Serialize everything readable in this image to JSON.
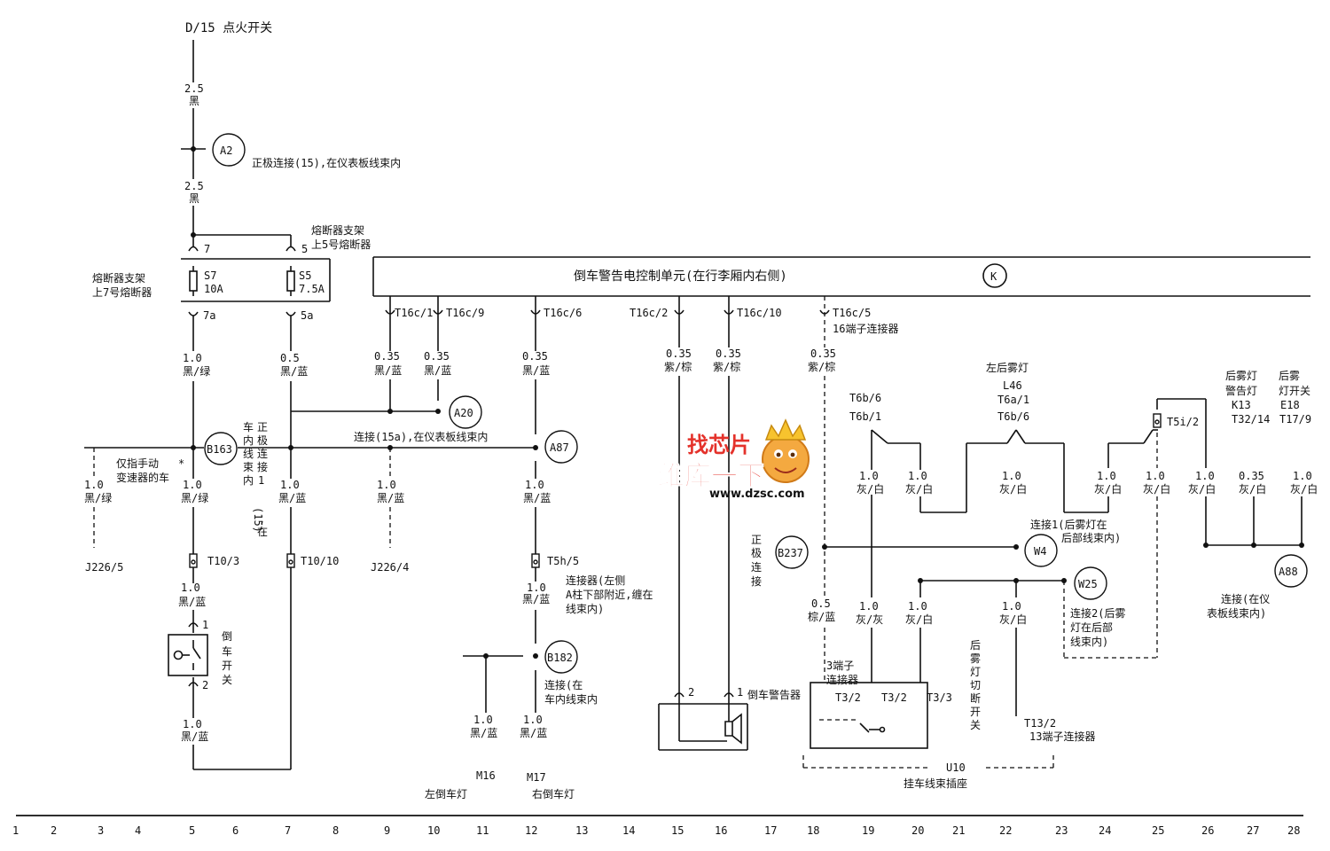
{
  "top_label": "D/15 点火开关",
  "connectors": {
    "A2": {
      "id": "A2",
      "desc": "正极连接(15),在仪表板线束内"
    },
    "A20": {
      "id": "A20"
    },
    "B163": {
      "id": "B163",
      "desc": [
        "车",
        "内",
        "线",
        "束",
        "内",
        "正",
        "极",
        "连",
        "接",
        "1",
        "(15)",
        ",",
        "在"
      ]
    },
    "A87": {
      "id": "A87",
      "desc": "连接(15a),在仪表板线束内"
    },
    "B237": {
      "id": "B237",
      "desc": [
        "正",
        "极",
        "连",
        "接"
      ]
    },
    "W4": {
      "id": "W4",
      "desc": [
        "连接1(后雾灯在",
        "后部线束内)"
      ]
    },
    "W25": {
      "id": "W25",
      "desc": [
        "连接2(后雾",
        "灯在后部",
        "线束内)"
      ]
    },
    "A88": {
      "id": "A88",
      "desc": [
        "连接(在仪",
        "表板线束内)"
      ]
    },
    "B182": {
      "id": "B182",
      "desc": [
        "连接(在",
        "车内线束内"
      ]
    }
  },
  "fuses": {
    "s7": {
      "name": "S7",
      "rating": "10A",
      "label": [
        "熔断器支架",
        "上7号熔断器"
      ],
      "pin_in": "7",
      "pin_out": "7a"
    },
    "s5": {
      "name": "S5",
      "rating": "7.5A",
      "label": [
        "熔断器支架",
        "上5号熔断器"
      ],
      "pin_in": "5",
      "pin_out": "5a"
    }
  },
  "control_unit": {
    "title": "倒车警告电控制单元(在行李厢内右侧)",
    "symbol": "K"
  },
  "pins": {
    "t16c1": "T16c/1",
    "t16c9": "T16c/9",
    "t16c6": "T16c/6",
    "t16c2": "T16c/2",
    "t16c10": "T16c/10",
    "t16c5": "T16c/5",
    "t16c5_desc": "16端子连接器",
    "t10_3": "T10/3",
    "t10_10": "T10/10",
    "t5h5": "T5h/5",
    "t5h5_desc": [
      "连接器(左侧",
      "A柱下部附近,缠在",
      "线束内)"
    ],
    "t5i2": "T5i/2",
    "t6b6": "T6b/6",
    "t6b1": "T6b/1",
    "t6a1": "T6a/1",
    "t6b6b": "T6b/6",
    "t32_14": "T32/14",
    "t17_9": "T17/9",
    "t3_2a": "T3/2",
    "t3_2b": "T3/2",
    "t3_3": "T3/3",
    "t13_2": "T13/2",
    "t13_desc": "13端子连接器",
    "sw_pin1": "1",
    "sw_pin2": "2",
    "bz_pin2": "2",
    "bz_pin1": "1"
  },
  "wires": {
    "w_top1": [
      "2.5",
      "黑"
    ],
    "w_top2": [
      "2.5",
      "黑"
    ],
    "w_s7": [
      "1.0",
      "黑/绿"
    ],
    "w_s5": [
      "0.5",
      "黑/蓝"
    ],
    "w_c1": [
      "0.35",
      "黑/蓝"
    ],
    "w_c9": [
      "0.35",
      "黑/蓝"
    ],
    "w_c6": [
      "0.35",
      "黑/蓝"
    ],
    "w_c2": [
      "0.35",
      "紫/棕"
    ],
    "w_c10": [
      "0.35",
      "紫/棕"
    ],
    "w_c5": [
      "0.35",
      "紫/棕"
    ],
    "w_l3": [
      "1.0",
      "黑/绿"
    ],
    "w_l5": [
      "1.0",
      "黑/绿"
    ],
    "w_l7": [
      "1.0",
      "黑/蓝"
    ],
    "w_l9": [
      "1.0",
      "黑/蓝"
    ],
    "w_l12": [
      "1.0",
      "黑/蓝"
    ],
    "w_sw_in": [
      "1.0",
      "黑/蓝"
    ],
    "w_sw_out": [
      "1.0",
      "黑/蓝"
    ],
    "w_c12b": [
      "1.0",
      "黑/蓝"
    ],
    "w_m16": [
      "1.0",
      "黑/蓝"
    ],
    "w_m17": [
      "1.0",
      "黑/蓝"
    ],
    "w_19": [
      "1.0",
      "灰/白"
    ],
    "w_20": [
      "1.0",
      "灰/白"
    ],
    "w_22": [
      "1.0",
      "灰/白"
    ],
    "w_24": [
      "1.0",
      "灰/白"
    ],
    "w_25": [
      "1.0",
      "灰/白"
    ],
    "w_26": [
      "1.0",
      "灰/白"
    ],
    "w_27": [
      "0.35",
      "灰/白"
    ],
    "w_28": [
      "1.0",
      "灰/白"
    ],
    "w_b18": [
      "0.5",
      "棕/蓝"
    ],
    "w_b19": [
      "1.0",
      "灰/灰"
    ],
    "w_b20": [
      "1.0",
      "灰/白"
    ],
    "w_b22": [
      "1.0",
      "灰/白"
    ]
  },
  "components": {
    "optional": [
      "仅指手动",
      "变速器的车"
    ],
    "optional_star": "*",
    "j226_5": "J226/5",
    "j226_4": "J226/4",
    "reverse_switch": [
      "倒",
      "车",
      "开",
      "关"
    ],
    "buzzer": "倒车警告器",
    "m16": "M16",
    "m16_name": "左倒车灯",
    "m17": "M17",
    "m17_name": "右倒车灯",
    "l46": [
      "左后雾灯",
      "L46"
    ],
    "k13": [
      "后雾灯",
      "警告灯",
      "K13"
    ],
    "e18": [
      "后雾",
      "灯开关",
      "E18"
    ],
    "three_pin": [
      "3端子",
      "连接器"
    ],
    "fog_cut": [
      "后",
      "雾",
      "灯",
      "切",
      "断",
      "开",
      "关"
    ],
    "u10": "U10",
    "u10_name": "挂车线束插座"
  },
  "watermark": {
    "logo": "找芯片",
    "line1": "维库一下",
    "url": "www.dzsc.com"
  },
  "grid": [
    "1",
    "2",
    "3",
    "4",
    "5",
    "6",
    "7",
    "8",
    "9",
    "10",
    "11",
    "12",
    "13",
    "14",
    "15",
    "16",
    "17",
    "18",
    "19",
    "20",
    "21",
    "22",
    "23",
    "24",
    "25",
    "26",
    "27",
    "28"
  ]
}
